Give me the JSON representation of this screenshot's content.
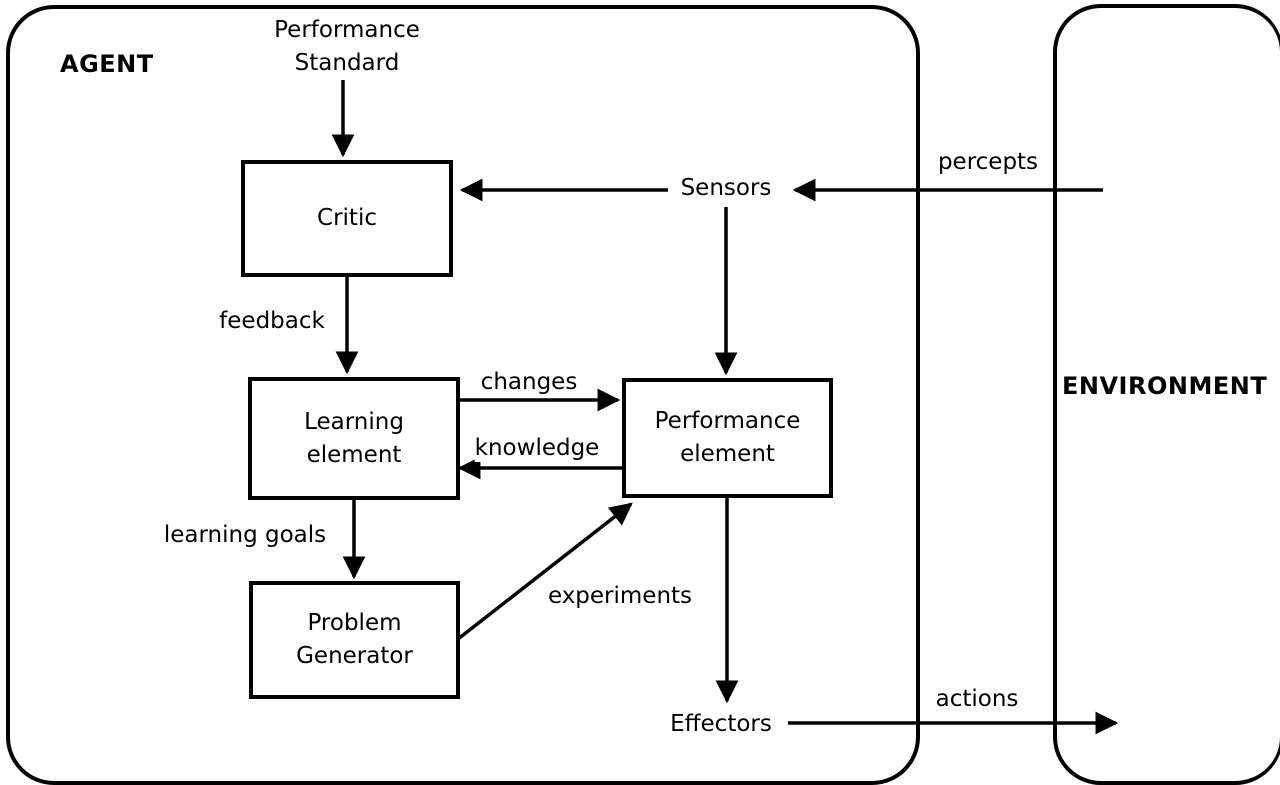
{
  "diagram": {
    "agent_label": "AGENT",
    "environment_label": "ENVIRONMENT",
    "boxes": {
      "critic": {
        "label": "Critic"
      },
      "learning": {
        "line1": "Learning",
        "line2": "element"
      },
      "performance": {
        "line1": "Performance",
        "line2": "element"
      },
      "problem": {
        "line1": "Problem",
        "line2": "Generator"
      }
    },
    "labels": {
      "performance_standard_line1": "Performance",
      "performance_standard_line2": "Standard",
      "sensors": "Sensors",
      "effectors": "Effectors",
      "percepts": "percepts",
      "actions": "actions",
      "feedback": "feedback",
      "changes": "changes",
      "knowledge": "knowledge",
      "learning_goals": "learning goals",
      "experiments": "experiments"
    },
    "colors": {
      "line": "#000000",
      "background": "#ffffff"
    }
  }
}
